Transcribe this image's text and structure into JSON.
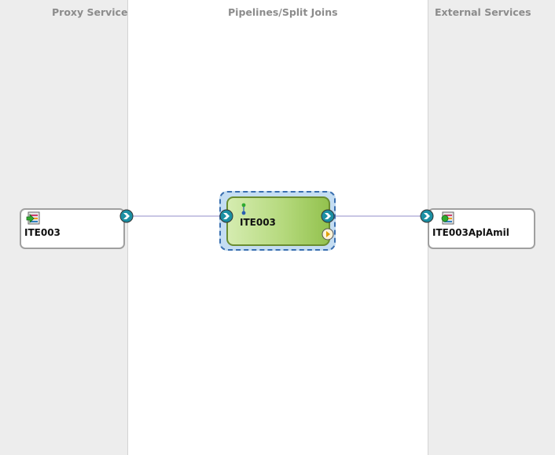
{
  "lanes": {
    "proxy_title": "Proxy Services",
    "pipelines_title": "Pipelines/Split Joins",
    "external_title": "External Services"
  },
  "proxy_service": {
    "name": "ITE003",
    "icon": "proxy-service-icon"
  },
  "pipeline": {
    "name": "ITE003",
    "icon": "pipeline-stage-icon"
  },
  "business_service": {
    "name": "ITE003AplAmil",
    "icon": "business-service-icon"
  },
  "colors": {
    "lane_bg": "#ededed",
    "pipeline_fill": "#b5d97d",
    "selection": "#c4ddf2",
    "connector": "#c9c6e4",
    "port": "#1b8fa3"
  }
}
